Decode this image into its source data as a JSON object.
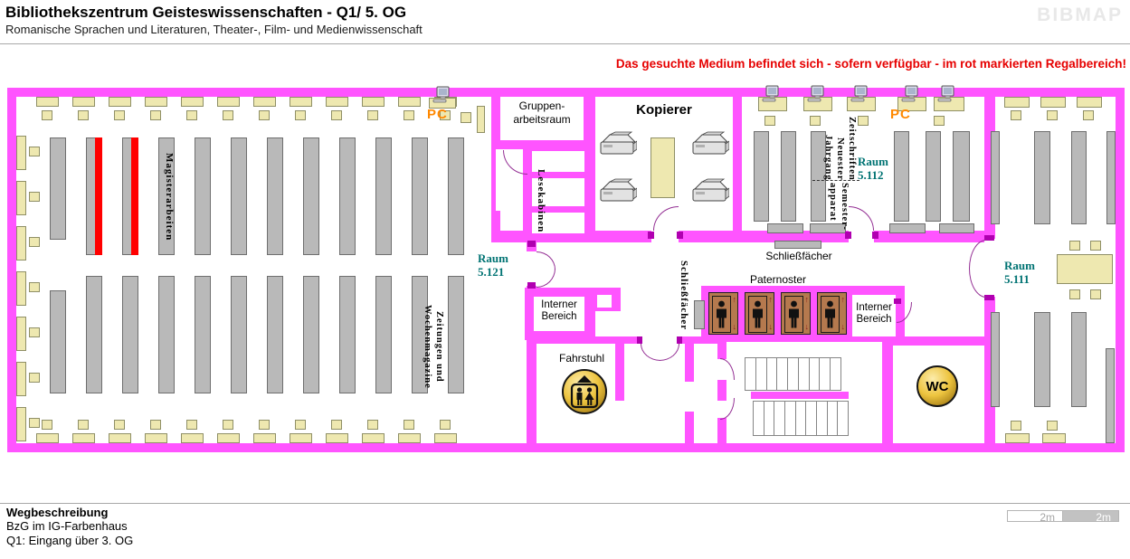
{
  "header": {
    "title": "Bibliothekszentrum Geisteswissenschaften - Q1/ 5. OG",
    "subtitle": "Romanische Sprachen und Literaturen, Theater-, Film- und Medienwissenschaft",
    "logo": "BIBMAP",
    "notice": "Das gesuchte Medium befindet sich - sofern verfügbar -  im rot markierten Regalbereich!"
  },
  "labels": {
    "pc": "PC",
    "kopierer": "Kopierer",
    "gruppenarbeitsraum": [
      "Gruppen-",
      "arbeitsraum"
    ],
    "lesekabinen": "Lesekabinen",
    "magisterarbeiten": "Magisterarbeiten",
    "zeitungen": [
      "Zeitungen und",
      "Wochenmagazine"
    ],
    "zeitschriften": [
      "Zeitschriften",
      "Neuester",
      "Jahrgang"
    ],
    "semesterapparat": [
      "Semester-",
      "apparat"
    ],
    "schliessfaecher": "Schließfächer",
    "paternoster": "Paternoster",
    "interner_bereich": [
      "Interner",
      "Bereich"
    ],
    "fahrstuhl": "Fahrstuhl",
    "wc": "WC"
  },
  "rooms": {
    "r5121": [
      "Raum",
      "5.121"
    ],
    "r5112": [
      "Raum",
      "5.112"
    ],
    "r5111": [
      "Raum",
      "5.111"
    ]
  },
  "footer": {
    "heading": "Wegbeschreibung",
    "line1": "BzG im IG-Farbenhaus",
    "line2": "Q1: Eingang über 3. OG",
    "scale": [
      "2m",
      "2m"
    ]
  },
  "colors": {
    "wall": "#ff54ff",
    "shelf": "#b9b9b9",
    "highlight_shelf": "#ff0000",
    "furniture": "#eee8b0",
    "room_label": "#007373",
    "notice": "#e60000",
    "pc_label": "#ff8800",
    "door": "#943094",
    "icon_gold": "#d8a520"
  }
}
